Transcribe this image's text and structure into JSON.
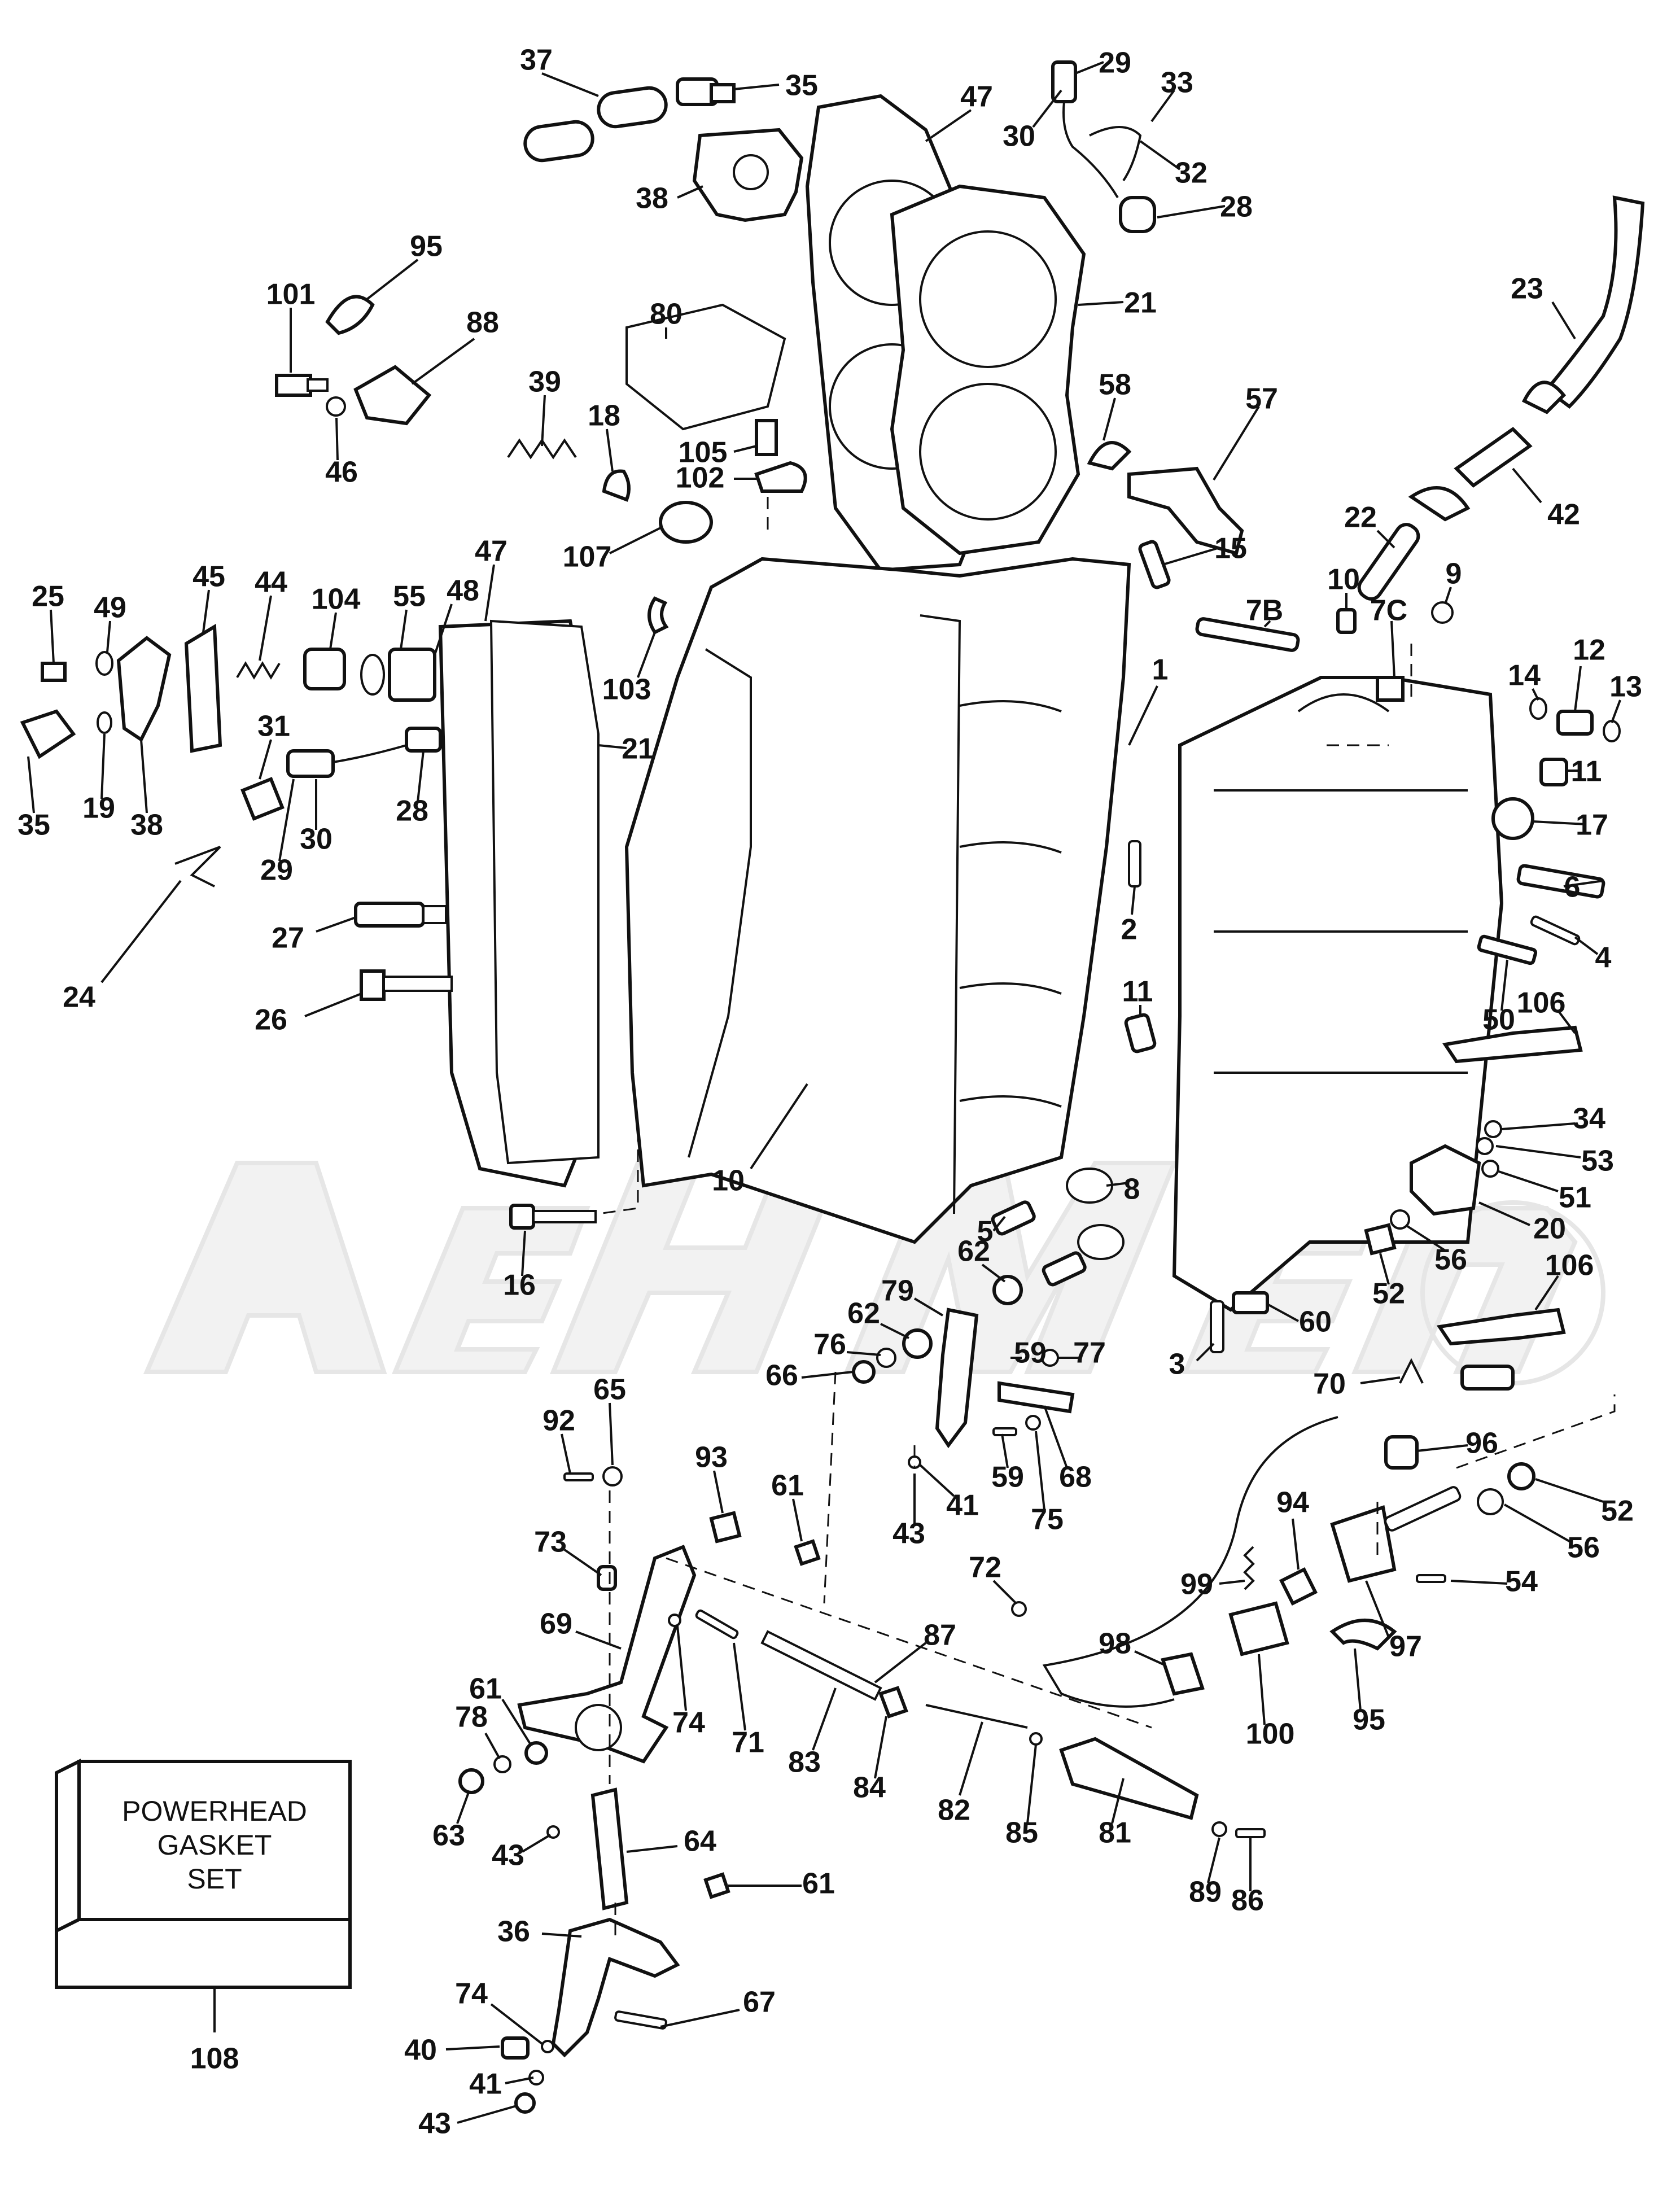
{
  "watermark": "AehMen",
  "gasket_box": {
    "lines": [
      "POWERHEAD",
      "GASKET",
      "SET"
    ],
    "ref": "108"
  },
  "callouts": [
    "37",
    "35",
    "47",
    "29",
    "33",
    "30",
    "32",
    "38",
    "28",
    "95",
    "101",
    "88",
    "80",
    "21",
    "23",
    "58",
    "57",
    "39",
    "18",
    "105",
    "102",
    "46",
    "107",
    "42",
    "22",
    "47",
    "45",
    "44",
    "104",
    "55",
    "48",
    "25",
    "49",
    "10",
    "7B",
    "15",
    "9",
    "7C",
    "103",
    "14",
    "12",
    "13",
    "21",
    "1",
    "11",
    "17",
    "31",
    "6",
    "35",
    "19",
    "38",
    "29",
    "30",
    "28",
    "2",
    "24",
    "27",
    "4",
    "50",
    "106",
    "11",
    "26",
    "34",
    "53",
    "51",
    "10",
    "8",
    "5",
    "20",
    "56",
    "16",
    "62",
    "52",
    "79",
    "106",
    "62",
    "60",
    "76",
    "59",
    "77",
    "3",
    "66",
    "65",
    "70",
    "92",
    "93",
    "61",
    "41",
    "68",
    "59",
    "75",
    "96",
    "43",
    "52",
    "94",
    "73",
    "72",
    "56",
    "54",
    "99",
    "87",
    "97",
    "69",
    "98",
    "95",
    "61",
    "74",
    "71",
    "100",
    "78",
    "83",
    "84",
    "82",
    "63",
    "43",
    "85",
    "81",
    "64",
    "89",
    "86",
    "61",
    "36",
    "74",
    "67",
    "40",
    "41",
    "43"
  ]
}
